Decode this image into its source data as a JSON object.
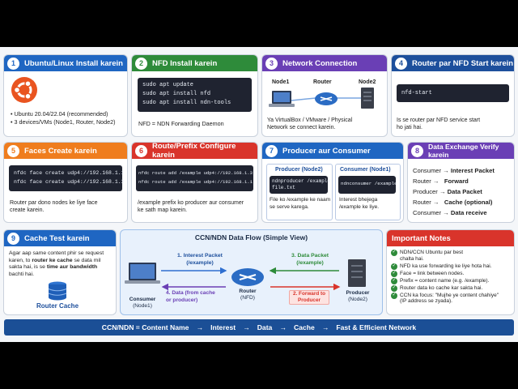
{
  "colors": {
    "blue": "#1f66c2",
    "green": "#2e8b3a",
    "purple": "#6a3fb5",
    "orange": "#ef7d1e",
    "red": "#d9342b",
    "darkblue": "#1d4f9c",
    "banner": "#1b4f96"
  },
  "c1": {
    "num": "1",
    "title": "Ubuntu/Linux Install karein",
    "b1": "Ubuntu 20.04/22.04 (recommended)",
    "b2": "3 devices/VMs (Node1, Router, Node2)"
  },
  "c2": {
    "num": "2",
    "title": "NFD Install karein",
    "code": "sudo apt update\nsudo apt install nfd\nsudo apt install ndn-tools",
    "note": "NFD = NDN Forwarding Daemon"
  },
  "c3": {
    "num": "3",
    "title": "Network Connection",
    "node1": "Node1",
    "router": "Router",
    "node2": "Node2",
    "l1": "Ya VirtualBox / VMware / Physical",
    "l2": "Network se connect karein."
  },
  "c4": {
    "num": "4",
    "title": "Router par NFD Start karein",
    "code": "nfd-start",
    "l1": "Is se router par NFD service start",
    "l2": "ho jati hai."
  },
  "c5": {
    "num": "5",
    "title": "Faces Create karein",
    "code": "nfdc face create udp4://192.168.1.1\nnfdc face create udp4://192.168.1.3",
    "l1": "Router par dono nodes ke liye face",
    "l2": "create karein."
  },
  "c6": {
    "num": "6",
    "title": "Route/Prefix Configure karein",
    "code": "nfdc route add /example udp4://192.168.1.3\nnfdc route add /example udp4://192.168.1.1",
    "l1": "/example prefix ko producer aur consumer",
    "l2": "ke sath map karein."
  },
  "c7": {
    "num": "7",
    "title": "Producer aur Consumer",
    "ph": "Producer (Node2)",
    "pcode": "ndnproducer /example\nfile.txt",
    "pl1": "File ko /example ke naam",
    "pl2": "se serve karega.",
    "ch": "Consumer (Node1)",
    "ccode": "ndnconsumer /example",
    "cl1": "Interest bhejega",
    "cl2": "/example ke liye."
  },
  "c8": {
    "num": "8",
    "title": "Data Exchange Verify karein",
    "rows": [
      {
        "a": "Consumer",
        "b": "Interest Packet"
      },
      {
        "a": "Router",
        "b": "Forward"
      },
      {
        "a": "Producer",
        "b": "Data Packet"
      },
      {
        "a": "Router",
        "b": "Cache (optional)"
      },
      {
        "a": "Consumer",
        "b": "Data receive"
      }
    ],
    "arrow": "→"
  },
  "c9": {
    "num": "9",
    "title": "Cache Test karein",
    "l1": "Agar aap same content phir se request",
    "l2a": "karen, to ",
    "l2b": "router ke cache",
    "l2c": " se data mil",
    "l3a": "sakta hai, is se ",
    "l3b": "time aur bandwidth",
    "l4": "bachti hai.",
    "db": "Router Cache"
  },
  "flow": {
    "title": "CCN/NDN Data Flow (Simple View)",
    "consumer": "Consumer",
    "consumer2": "(Node1)",
    "router": "Router",
    "router2": "(NFD)",
    "producer": "Producer",
    "producer2": "(Node2)",
    "a1": "1. Interest Packet",
    "a1b": "(/example)",
    "a3": "3. Data Packet",
    "a3b": "(/example)",
    "a4": "4. Data (from cache",
    "a4b": "or producer)",
    "a2": "2. Forward to",
    "a2b": "Producer"
  },
  "notes": {
    "title": "Important Notes",
    "items": [
      [
        "NDN/CCN Ubuntu par best",
        "chalta hai."
      ],
      [
        "NFD ka use forwarding ke liye hota hai."
      ],
      [
        "Face = link between nodes."
      ],
      [
        "Prefix = content name (e.g. /example)."
      ],
      [
        "Router data ko cache kar sakta hai."
      ],
      [
        "CCN ka focus: \"Mujhe ye content chahiye\"",
        "(IP address se zyada)."
      ]
    ]
  },
  "banner": {
    "a": "CCN/NDN = Content Name",
    "b": "Interest",
    "c": "Data",
    "d": "Cache",
    "e": "Fast & Efficient Network",
    "arrow": "→"
  }
}
